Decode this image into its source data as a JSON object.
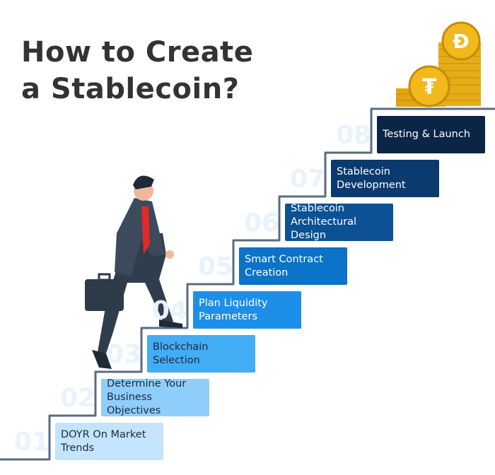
{
  "title": "How to Create a Stablecoin?",
  "steps": [
    {
      "number": "01",
      "label": "DOYR On Market Trends",
      "color": "#c3e4fc",
      "text_color": "#1d2a3a"
    },
    {
      "number": "02",
      "label": "Determine Your Business Objectives",
      "color": "#8fcdfb",
      "text_color": "#1d2a3a"
    },
    {
      "number": "03",
      "label": "Blockchain Selection",
      "color": "#42acf5",
      "text_color": "#1d2a3a"
    },
    {
      "number": "04",
      "label": "Plan Liquidity Parameters",
      "color": "#1e8fe8",
      "text_color": "#ffffff"
    },
    {
      "number": "05",
      "label": "Smart Contract Creation",
      "color": "#0b73c8",
      "text_color": "#ffffff"
    },
    {
      "number": "06",
      "label": "Stablecoin Architectural Design",
      "color": "#0b5193",
      "text_color": "#ffffff"
    },
    {
      "number": "07",
      "label": "Stablecoin Development",
      "color": "#0a3a6e",
      "text_color": "#ffffff"
    },
    {
      "number": "08",
      "label": "Testing & Launch",
      "color": "#0b2547",
      "text_color": "#ffffff"
    }
  ],
  "stair_color": "#5a6b80",
  "coin_color": "#f2b81c"
}
